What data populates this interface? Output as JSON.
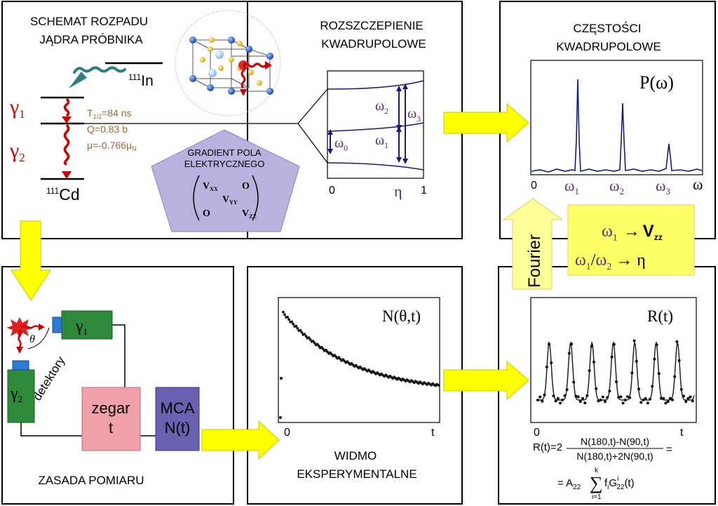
{
  "colors": {
    "arrow_yellow": "#ffff00",
    "arrow_yellow_stroke": "#c8c800",
    "gamma_red": "#cc0000",
    "omega_purple": "#5a2d82",
    "pentagon_fill": "#b8b2dd",
    "fourier_fill": "#ffff99",
    "param_fill": "#ffff66",
    "detector_green": "#2d8a3a",
    "clock_pink": "#f0a0a8",
    "mca_purple": "#6a60b0",
    "blue_cap": "#2a7ad6",
    "teal_arrow": "#2f7f7f",
    "brown_text": "#9c6a3a",
    "spectrum_line": "#1a1a7a"
  },
  "decay": {
    "title_line1": "SCHEMAT ROZPADU",
    "title_line2": "JĄDRA PRÓBNIKA",
    "parent_mass": "111",
    "parent_symbol": "In",
    "daughter_mass": "111",
    "daughter_symbol": "Cd",
    "gamma1_symbol": "γ",
    "gamma1_sub": "1",
    "gamma2_symbol": "γ",
    "gamma2_sub": "2",
    "half_life_prefix": "T",
    "half_life_sub": "1/2",
    "half_life_value": "=84 ns",
    "quadrupole_moment": "Q=0.83 b",
    "magnetic_moment_prefix": "μ=-0.766μ",
    "magnetic_moment_sub": "N"
  },
  "efg": {
    "label_line1": "GRADIENT POLA",
    "label_line2": "ELEKTRYCZNEGO",
    "vxx": "V",
    "vxx_sub": "XX",
    "vyy": "V",
    "vyy_sub": "YY",
    "vzz": "V",
    "vzz_sub": "ZZ",
    "zero": "O"
  },
  "splitting": {
    "title_line1": "ROZSZCZEPIENIE",
    "title_line2": "KWADRUPOLOWE",
    "omega0": "ω",
    "omega0_sub": "0",
    "omega1": "ω",
    "omega1_sub": "1",
    "omega2": "ω",
    "omega2_sub": "2",
    "omega3": "ω",
    "omega3_sub": "3",
    "axis_start": "0",
    "axis_label": "η",
    "axis_end": "1"
  },
  "frequencies": {
    "title_line1": "CZĘSTOŚCI",
    "title_line2": "KWADRUPOLOWE",
    "plot_label": "P(ω)",
    "axis_zero": "0",
    "peak1": "ω",
    "peak1_sub": "1",
    "peak2": "ω",
    "peak2_sub": "2",
    "peak3": "ω",
    "peak3_sub": "3",
    "axis_var": "ω"
  },
  "fourier": {
    "label": "Fourier"
  },
  "params": {
    "line1_lhs": "ω",
    "line1_lhs_sub": "1",
    "line1_arrow": "→",
    "line1_rhs": "V",
    "line1_rhs_sub": "zz",
    "line2_lhs_a": "ω",
    "line2_lhs_a_sub": "1",
    "line2_slash": "/",
    "line2_lhs_b": "ω",
    "line2_lhs_b_sub": "2",
    "line2_arrow": "→",
    "line2_rhs": "η"
  },
  "setup": {
    "title": "ZASADA POMIARU",
    "det1_symbol": "γ",
    "det1_sub": "1",
    "det2_symbol": "γ",
    "det2_sub": "2",
    "angle": "θ",
    "detectors_label": "detektory",
    "clock_line1": "zegar",
    "clock_line2": "t",
    "mca_line1": "MCA",
    "mca_line2": "N(t)"
  },
  "spectrum": {
    "title_line1": "WIDMO",
    "title_line2": "EKSPERYMENTALNE",
    "plot_label": "N(θ,t)",
    "axis_zero": "0",
    "axis_end": "t"
  },
  "rt": {
    "plot_label": "R(t)",
    "axis_zero": "0",
    "axis_end": "t",
    "formula_lhs": "R(t)=2",
    "formula_num": "N(180,t)-N(90,t)",
    "formula_den": "N(180,t)+2N(90,t)",
    "formula_eq": "=",
    "formula2_prefix": "= A",
    "formula2_a_sub": "22",
    "formula2_sum_top": "k",
    "formula2_sum_bottom": "i=1",
    "formula2_f": "f",
    "formula2_f_sub": "i",
    "formula2_G": "G",
    "formula2_G_sup": "i",
    "formula2_G_sub": "22",
    "formula2_tail": "(t)"
  }
}
